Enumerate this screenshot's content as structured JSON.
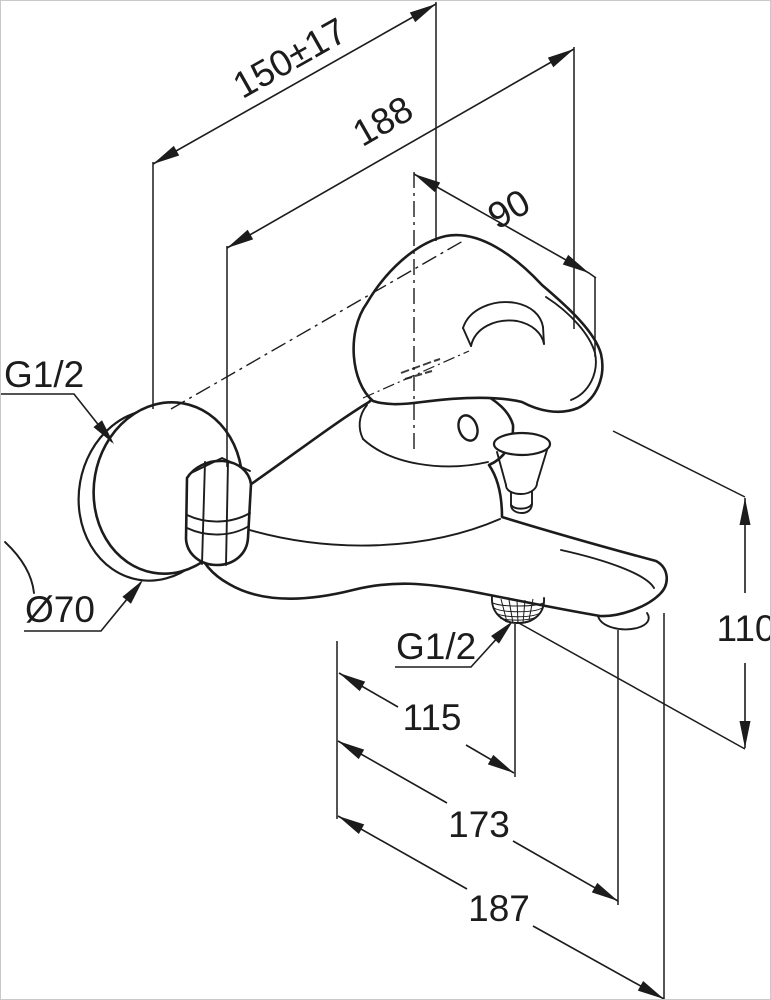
{
  "drawing": {
    "subject": "Wall-mounted single-lever bath and shower mixer tap - dimensional technical drawing",
    "background_color": "#ffffff",
    "line_color": "#1c1c1c",
    "labels": {
      "dim_wall_offset": "150±17",
      "dim_overall_width": "188",
      "dim_handle_depth": "90",
      "dim_height": "110",
      "dim_outlet_offset": "115",
      "dim_depth_mid": "173",
      "dim_depth_total": "187",
      "thread_inlet": "G1/2",
      "thread_shower_outlet": "G1/2",
      "flange_diameter": "Ø70"
    }
  }
}
